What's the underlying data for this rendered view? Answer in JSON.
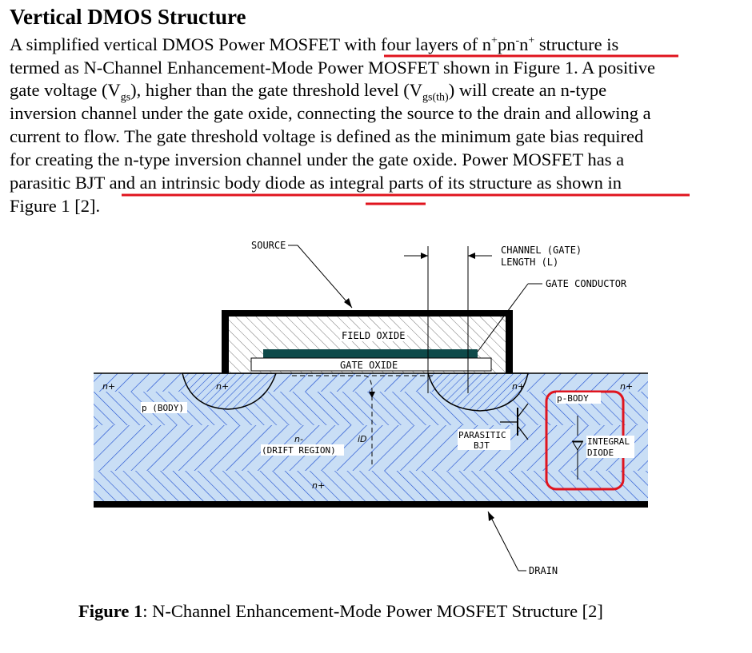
{
  "heading": "Vertical DMOS Structure",
  "paragraph": {
    "l1_a": "A simplified vertical DMOS Power MOSFET with four layers of n",
    "l1_sup1": "+",
    "l1_b": "pn",
    "l1_sup2": "-",
    "l1_c": "n",
    "l1_sup3": "+",
    "l1_d": " structure is",
    "l2": "termed as N-Channel Enhancement-Mode Power MOSFET shown in Figure 1. A positive",
    "l3_a": "gate voltage (V",
    "l3_sub1": "gs",
    "l3_b": "), higher than the gate threshold level (V",
    "l3_sub2": "gs(th)",
    "l3_c": ") will create an n-type",
    "l4": "inversion channel under the gate oxide, connecting the source to the drain and allowing a",
    "l5": "current to flow.  The gate threshold voltage is defined as the minimum gate bias required",
    "l6": "for creating the n-type inversion channel under the gate oxide. Power MOSFET has a",
    "l7": "parasitic BJT and an intrinsic body diode as integral parts of its structure as shown in",
    "l8": "Figure 1 [2]."
  },
  "figure": {
    "source": "SOURCE",
    "channel_gate": "CHANNEL (GATE)",
    "length_l": "LENGTH (L)",
    "gate_conductor": "GATE CONDUCTOR",
    "field_oxide": "FIELD OXIDE",
    "gate_oxide": "GATE OXIDE",
    "n_plus_left": "n+",
    "n_plus_src_left": "n+",
    "n_plus_src_right": "n+",
    "n_plus_right": "n+",
    "p_body_left": "p (BODY)",
    "p_body_right": "p-BODY",
    "n_minus": "n-",
    "drift_region": "(DRIFT REGION)",
    "i_d": "iD",
    "n_plus_substrate": "n+",
    "parasitic": "PARASITIC",
    "bjt": "BJT",
    "integral": "INTEGRAL",
    "diode": "DIODE",
    "drain": "DRAIN"
  },
  "caption": {
    "label": "Figure 1",
    "text": ": N-Channel Enhancement-Mode Power MOSFET Structure [2]"
  },
  "colors": {
    "annotation": "#e0141e",
    "hatch_blue": "#1f4fd0",
    "layer_fill": "#c4dcf5",
    "gate_conductor": "#0e4a4a"
  }
}
